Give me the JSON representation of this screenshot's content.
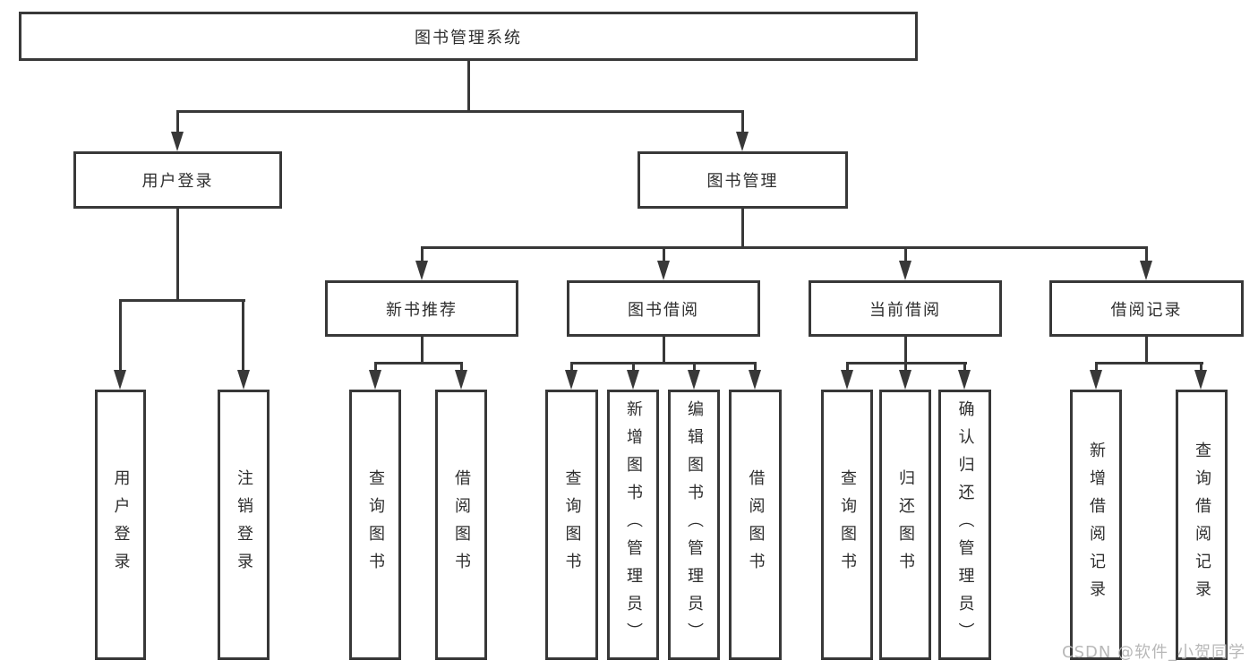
{
  "tree": {
    "label": "图书管理系统",
    "children": [
      {
        "label": "用户登录",
        "children": [
          {
            "label": "用户登录"
          },
          {
            "label": "注销登录"
          }
        ]
      },
      {
        "label": "图书管理",
        "children": [
          {
            "label": "新书推荐",
            "children": [
              {
                "label": "查询图书"
              },
              {
                "label": "借阅图书"
              }
            ]
          },
          {
            "label": "图书借阅",
            "children": [
              {
                "label": "查询图书"
              },
              {
                "label": "新增图书（管理员）"
              },
              {
                "label": "编辑图书（管理员）"
              },
              {
                "label": "借阅图书"
              }
            ]
          },
          {
            "label": "当前借阅",
            "children": [
              {
                "label": "查询图书"
              },
              {
                "label": "归还图书"
              },
              {
                "label": "确认归还（管理员）"
              }
            ]
          },
          {
            "label": "借阅记录",
            "children": [
              {
                "label": "新增借阅记录"
              },
              {
                "label": "查询借阅记录"
              }
            ]
          }
        ]
      }
    ]
  },
  "watermark": {
    "text": "CSDN @软件_小贺同学"
  },
  "colors": {
    "line": "#383838",
    "text": "#2e2e2e",
    "box_fill": "#ffffff",
    "background": "#ffffff",
    "watermark": "#b8b8b8"
  }
}
